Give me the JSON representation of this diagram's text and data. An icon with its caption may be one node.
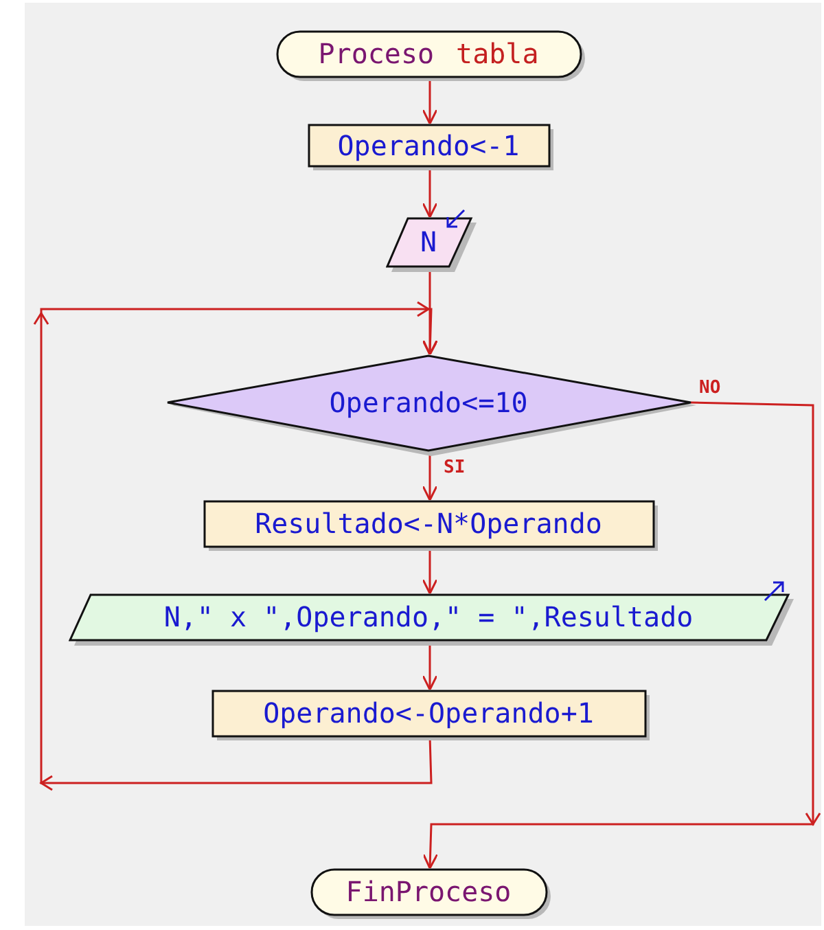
{
  "diagram": {
    "nodes": [
      {
        "text": [
          "Proceso",
          "tabla"
        ]
      },
      {
        "text": [
          "Operando<-1"
        ]
      },
      {
        "text": [
          "N"
        ]
      },
      {
        "text": [
          "Operando<=10"
        ]
      },
      {
        "text": [
          "Resultado<-N*Operando"
        ]
      },
      {
        "text": [
          "N,\" x \",Operando,\" = \",Resultado"
        ]
      },
      {
        "text": [
          "Operando<-Operando+1"
        ]
      },
      {
        "text": [
          "FinProceso"
        ]
      }
    ],
    "edges": [
      {
        "from": 0,
        "to": 1,
        "arrow": "to"
      },
      {
        "from": 1,
        "to": 2,
        "arrow": "to"
      },
      {
        "from": 2,
        "to": 3,
        "arrow": "to"
      },
      {
        "from": 3,
        "to": 4,
        "arrow": "to",
        "label": "SI"
      },
      {
        "from": 4,
        "to": 5,
        "arrow": "to"
      },
      {
        "from": 5,
        "to": 6,
        "arrow": "to"
      },
      {
        "from": 6,
        "to": 3,
        "arrow": "to"
      },
      {
        "from": 3,
        "to": 7,
        "arrow": "to",
        "label": "NO"
      }
    ]
  }
}
